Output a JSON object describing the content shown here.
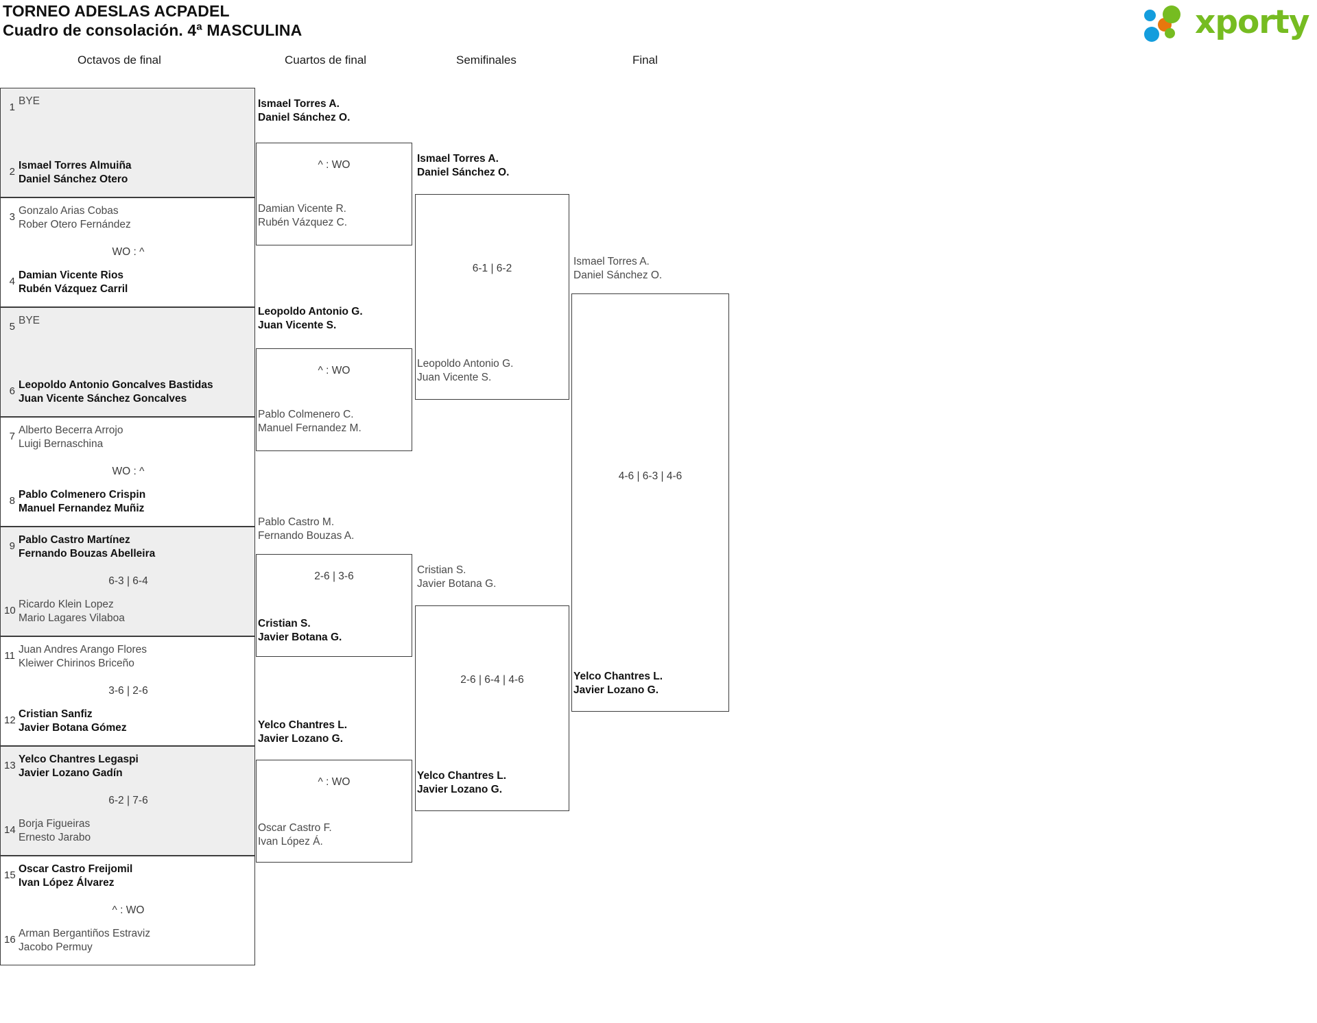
{
  "header": {
    "tournament": "TORNEO ADESLAS ACPADEL",
    "subtitle": "Cuadro de consolación. 4ª MASCULINA",
    "logo_text": "xporty",
    "logo_colors": {
      "blue": "#149ddd",
      "orange": "#e8770d",
      "green": "#76bc21"
    }
  },
  "rounds": [
    {
      "label": "Octavos de final"
    },
    {
      "label": "Cuartos de final"
    },
    {
      "label": "Semifinales"
    },
    {
      "label": "Final"
    }
  ],
  "round1": {
    "matches": [
      {
        "top": {
          "seed": "1",
          "line1": "BYE",
          "line2": "",
          "winner": false
        },
        "bottom": {
          "seed": "2",
          "line1": "Ismael Torres Almuiña",
          "line2": "Daniel Sánchez Otero",
          "winner": true
        },
        "score": ""
      },
      {
        "top": {
          "seed": "3",
          "line1": "Gonzalo Arias Cobas",
          "line2": "Rober Otero Fernández",
          "winner": false
        },
        "bottom": {
          "seed": "4",
          "line1": "Damian Vicente Rios",
          "line2": "Rubén Vázquez Carril",
          "winner": true
        },
        "score": "WO : ^"
      },
      {
        "top": {
          "seed": "5",
          "line1": "BYE",
          "line2": "",
          "winner": false
        },
        "bottom": {
          "seed": "6",
          "line1": "Leopoldo Antonio Goncalves Bastidas",
          "line2": "Juan Vicente Sánchez Goncalves",
          "winner": true
        },
        "score": ""
      },
      {
        "top": {
          "seed": "7",
          "line1": "Alberto Becerra Arrojo",
          "line2": "Luigi Bernaschina",
          "winner": false
        },
        "bottom": {
          "seed": "8",
          "line1": "Pablo Colmenero Crispin",
          "line2": "Manuel Fernandez Muñiz",
          "winner": true
        },
        "score": "WO : ^"
      },
      {
        "top": {
          "seed": "9",
          "line1": "Pablo Castro Martínez",
          "line2": "Fernando Bouzas Abelleira",
          "winner": true
        },
        "bottom": {
          "seed": "10",
          "line1": "Ricardo Klein Lopez",
          "line2": "Mario Lagares Vilaboa",
          "winner": false
        },
        "score": "6-3 | 6-4"
      },
      {
        "top": {
          "seed": "11",
          "line1": "Juan Andres Arango Flores",
          "line2": "Kleiwer Chirinos Briceño",
          "winner": false
        },
        "bottom": {
          "seed": "12",
          "line1": "Cristian Sanfiz",
          "line2": "Javier Botana Gómez",
          "winner": true
        },
        "score": "3-6 | 2-6"
      },
      {
        "top": {
          "seed": "13",
          "line1": "Yelco Chantres Legaspi",
          "line2": "Javier Lozano Gadín",
          "winner": true
        },
        "bottom": {
          "seed": "14",
          "line1": "Borja Figueiras",
          "line2": "Ernesto Jarabo",
          "winner": false
        },
        "score": "6-2 | 7-6"
      },
      {
        "top": {
          "seed": "15",
          "line1": "Oscar Castro Freijomil",
          "line2": "Ivan López Álvarez",
          "winner": true
        },
        "bottom": {
          "seed": "16",
          "line1": "Arman Bergantiños Estraviz",
          "line2": "Jacobo Permuy",
          "winner": false
        },
        "score": "^ : WO"
      }
    ]
  },
  "round2": {
    "matches": [
      {
        "top": {
          "line1": "Ismael Torres A.",
          "line2": "Daniel Sánchez O.",
          "winner": true
        },
        "bottom": {
          "line1": "Damian Vicente R.",
          "line2": "Rubén Vázquez C.",
          "winner": false
        },
        "score": "^ : WO"
      },
      {
        "top": {
          "line1": "Leopoldo Antonio G.",
          "line2": "Juan Vicente S.",
          "winner": true
        },
        "bottom": {
          "line1": "Pablo Colmenero C.",
          "line2": "Manuel Fernandez M.",
          "winner": false
        },
        "score": "^ : WO"
      },
      {
        "top": {
          "line1": "Pablo Castro M.",
          "line2": "Fernando Bouzas A.",
          "winner": false
        },
        "bottom": {
          "line1": "Cristian S.",
          "line2": "Javier Botana G.",
          "winner": true
        },
        "score": "2-6 | 3-6"
      },
      {
        "top": {
          "line1": "Yelco Chantres L.",
          "line2": "Javier Lozano G.",
          "winner": true
        },
        "bottom": {
          "line1": "Oscar Castro F.",
          "line2": "Ivan López Á.",
          "winner": false
        },
        "score": "^ : WO"
      }
    ]
  },
  "round3": {
    "matches": [
      {
        "top": {
          "line1": "Ismael Torres A.",
          "line2": "Daniel Sánchez O.",
          "winner": true
        },
        "bottom": {
          "line1": "Leopoldo Antonio G.",
          "line2": "Juan Vicente S.",
          "winner": false
        },
        "score": "6-1 | 6-2"
      },
      {
        "top": {
          "line1": "Cristian S.",
          "line2": "Javier Botana G.",
          "winner": false
        },
        "bottom": {
          "line1": "Yelco Chantres L.",
          "line2": "Javier Lozano G.",
          "winner": true
        },
        "score": "2-6 | 6-4 | 4-6"
      }
    ]
  },
  "round4": {
    "matches": [
      {
        "top": {
          "line1": "Ismael Torres A.",
          "line2": "Daniel Sánchez O.",
          "winner": false
        },
        "bottom": {
          "line1": "Yelco Chantres L.",
          "line2": "Javier Lozano G.",
          "winner": true
        },
        "score": "4-6 | 6-3 | 4-6"
      }
    ]
  }
}
